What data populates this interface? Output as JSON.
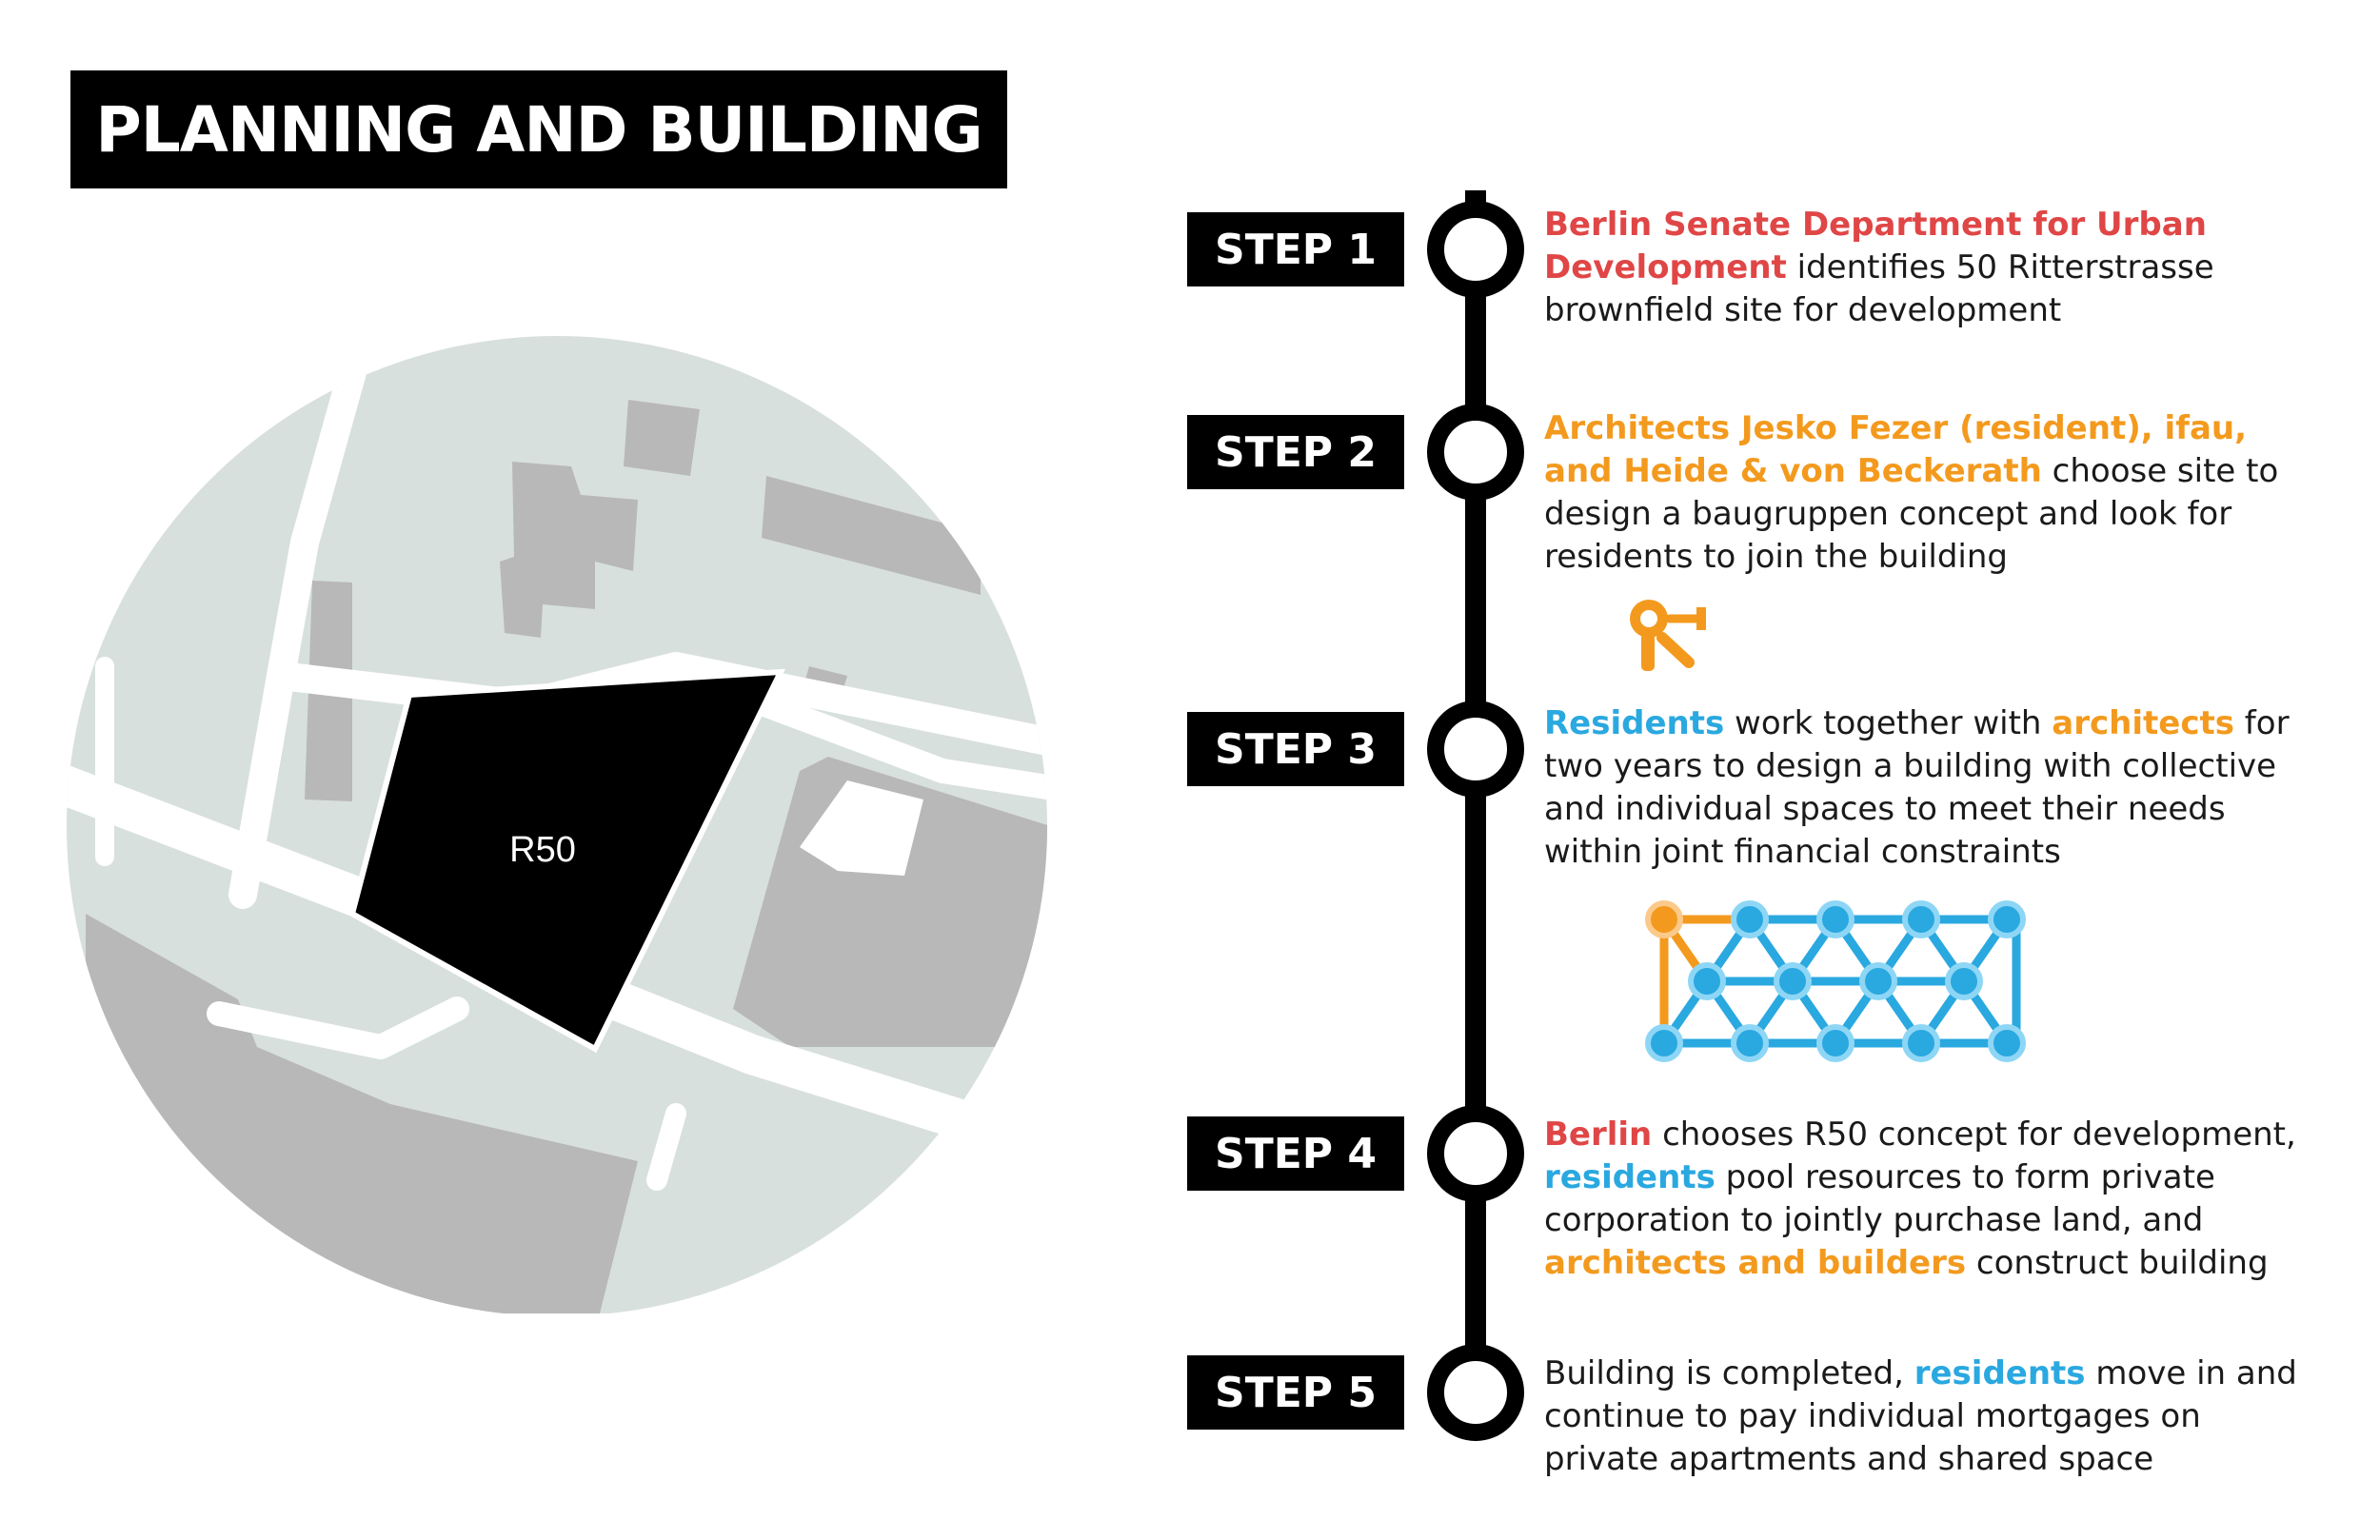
{
  "title": "PLANNING AND BUILDING",
  "map": {
    "site_label": "R50"
  },
  "steps": [
    {
      "label": "STEP 1",
      "parts": [
        {
          "text": "Berlin Senate Department for Urban Development",
          "tone": "red"
        },
        {
          "text": " identifies 50 Ritterstrasse brownfield site for development",
          "tone": "plain"
        }
      ]
    },
    {
      "label": "STEP 2",
      "parts": [
        {
          "text": "Architects Jesko Fezer (resident), ifau, and Heide & von Beckerath",
          "tone": "orange"
        },
        {
          "text": " choose site to design a baugruppen concept and look for residents to join the building",
          "tone": "plain"
        }
      ]
    },
    {
      "label": "STEP 3",
      "parts": [
        {
          "text": "Residents",
          "tone": "blue"
        },
        {
          "text": " work together with ",
          "tone": "plain"
        },
        {
          "text": "architects",
          "tone": "orange"
        },
        {
          "text": " for two years to design a building with collective and individual spaces to meet their needs within joint financial constraints",
          "tone": "plain"
        }
      ]
    },
    {
      "label": "STEP 4",
      "parts": [
        {
          "text": "Berlin",
          "tone": "red"
        },
        {
          "text": " chooses R50 concept for development, ",
          "tone": "plain"
        },
        {
          "text": "residents",
          "tone": "blue"
        },
        {
          "text": " pool resources to form private corporation to jointly purchase land, and ",
          "tone": "plain"
        },
        {
          "text": "architects and builders",
          "tone": "orange"
        },
        {
          "text": " construct building",
          "tone": "plain"
        }
      ]
    },
    {
      "label": "STEP 5",
      "parts": [
        {
          "text": "Building is completed, ",
          "tone": "plain"
        },
        {
          "text": "residents",
          "tone": "blue"
        },
        {
          "text": " move in and continue to pay individual mortgages on private apartments and shared space",
          "tone": "plain"
        }
      ]
    }
  ],
  "colors": {
    "red": "#e04646",
    "orange": "#f39a1e",
    "blue": "#2aa8e0",
    "map_ground": "#d8e0dd",
    "map_building": "#b8b8b8",
    "site": "#000000"
  },
  "icons": [
    "architect-person-icon",
    "residents-network-icon"
  ]
}
